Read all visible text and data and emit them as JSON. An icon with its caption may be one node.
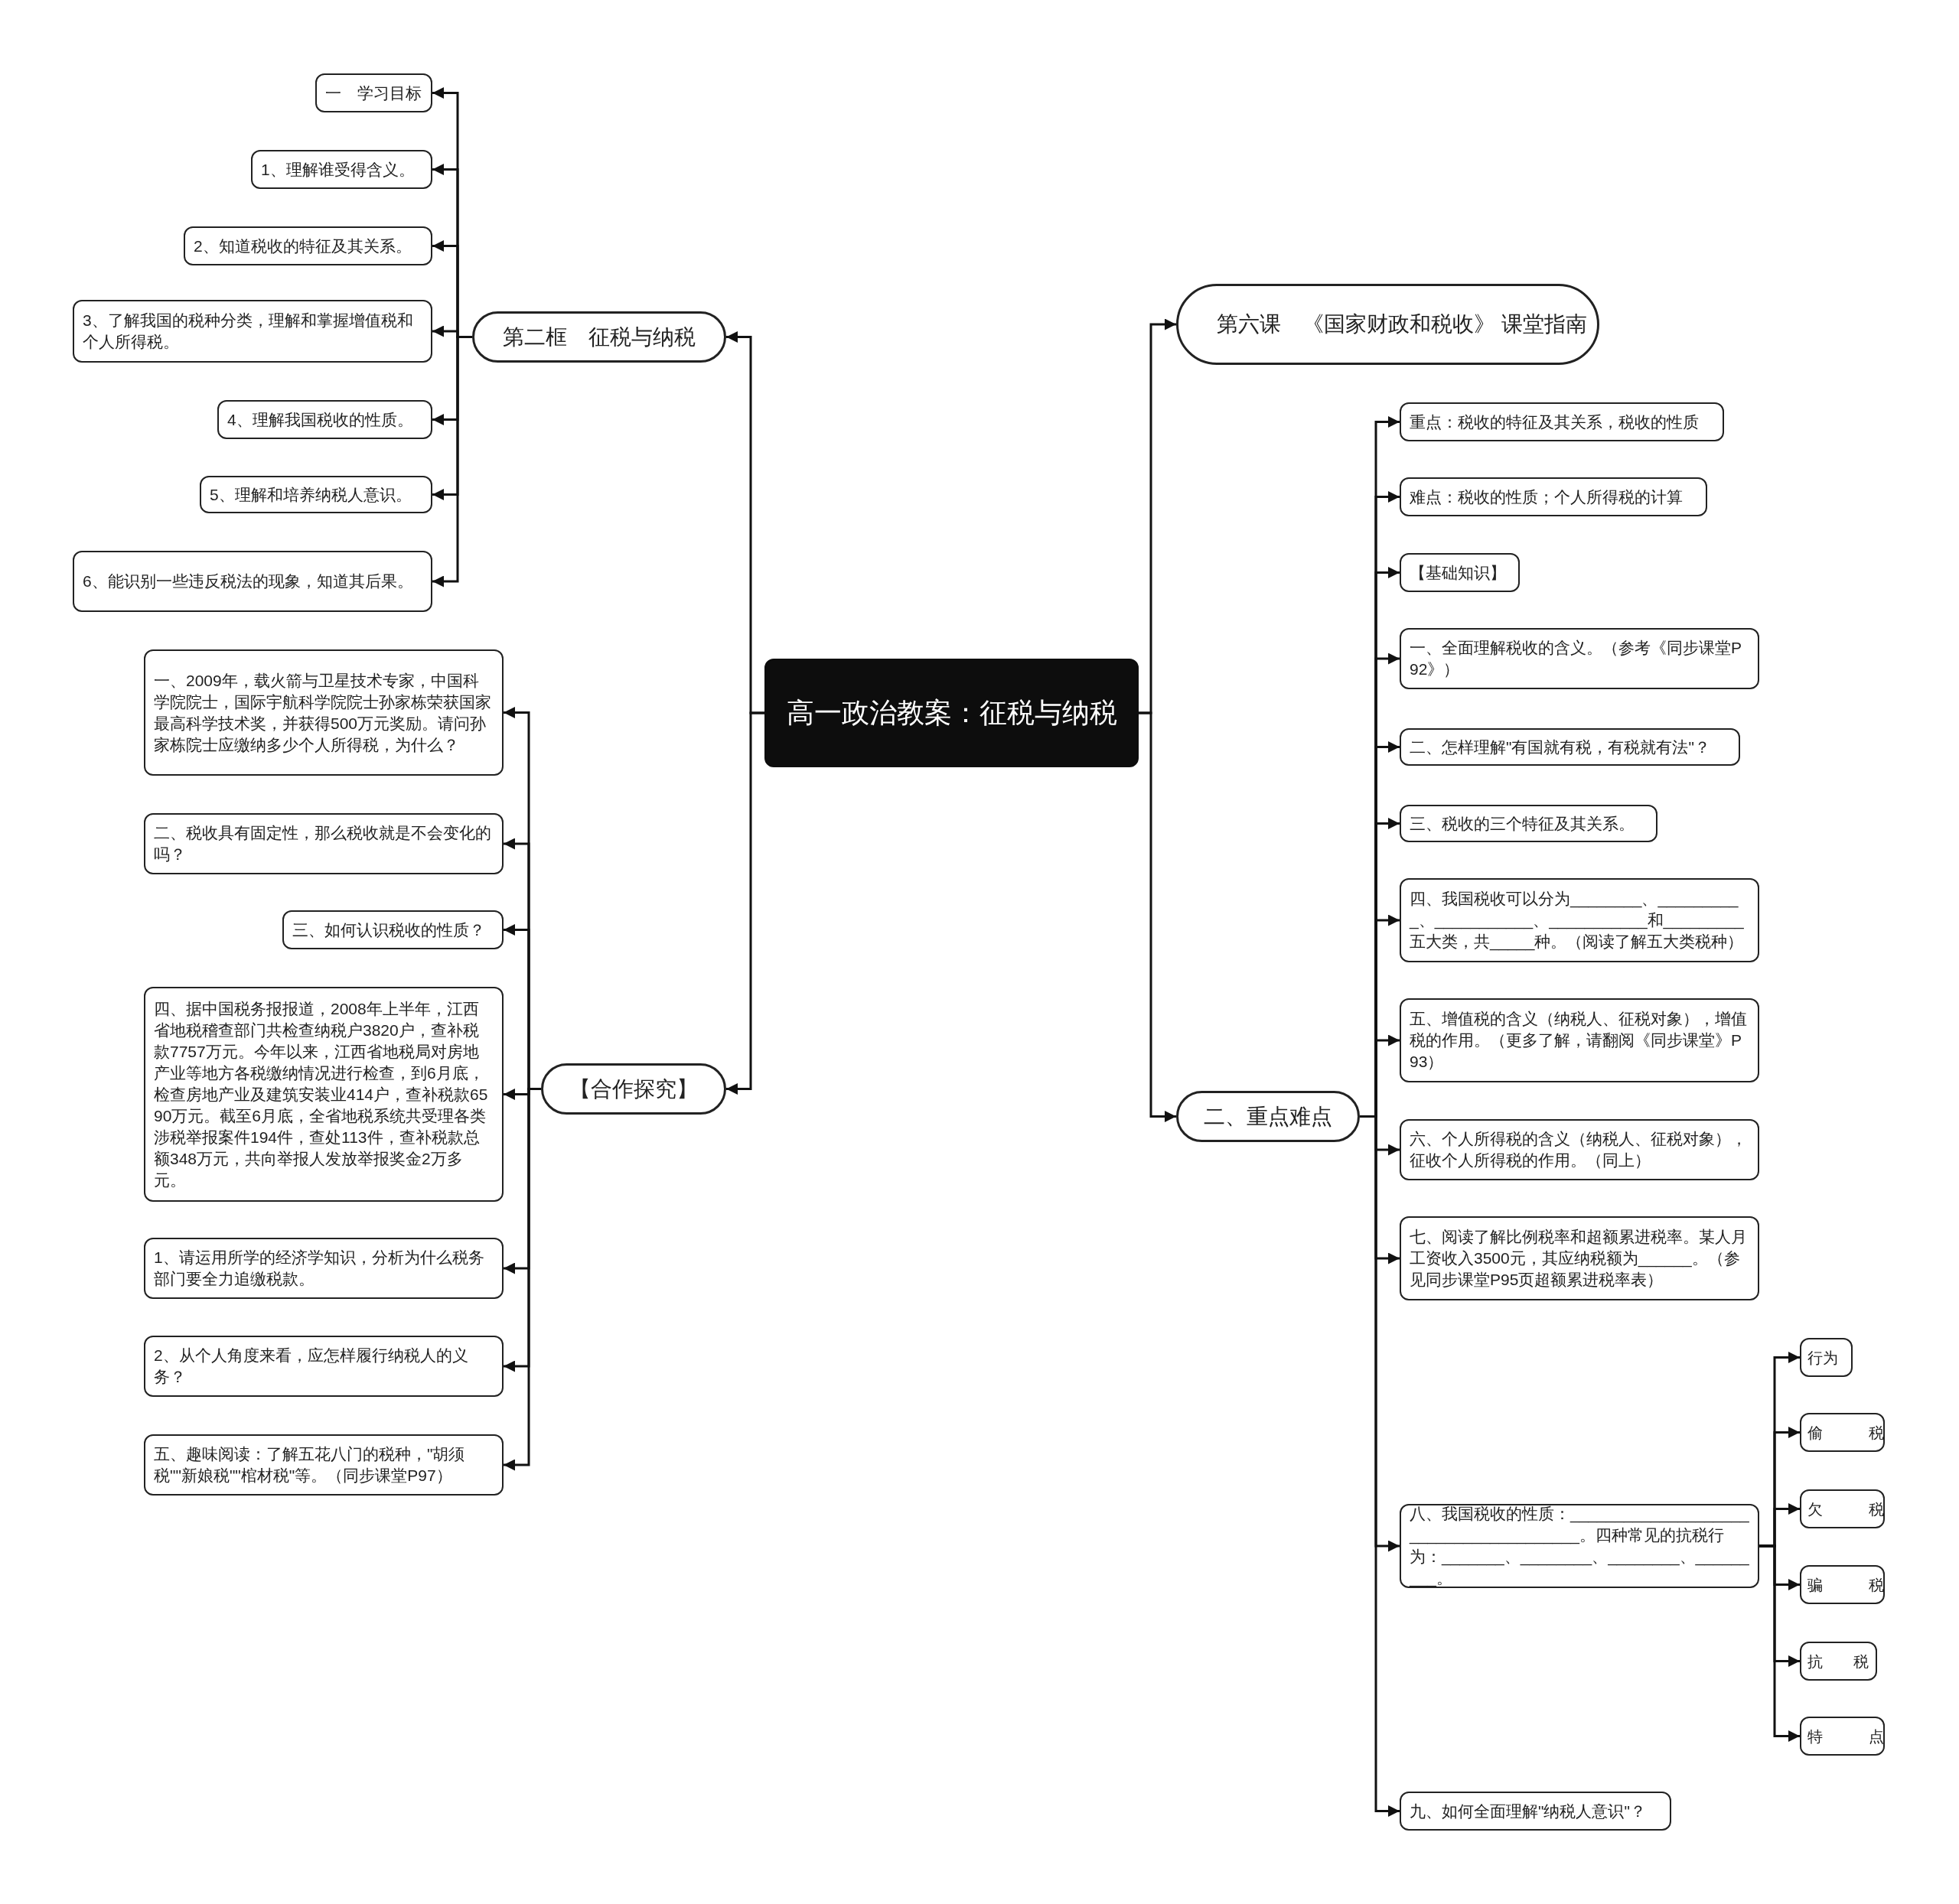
{
  "diagram": {
    "nodes": [
      {
        "text": [
          "高一政治教案：征税与纳税"
        ]
      },
      {
        "text": [
          "第二框　征税与纳税"
        ]
      },
      {
        "text": [
          "一　学习目标"
        ]
      },
      {
        "text": [
          "1、理解谁受得含义。"
        ]
      },
      {
        "text": [
          "2、知道税收的特征及其关系。"
        ]
      },
      {
        "text": [
          "3、了解我国的税种分类，理解和掌握增值税和个人所得税。"
        ]
      },
      {
        "text": [
          "4、理解我国税收的性质。"
        ]
      },
      {
        "text": [
          "5、理解和培养纳税人意识。"
        ]
      },
      {
        "text": [
          "6、能识别一些违反税法的现象，知道其后果。"
        ]
      },
      {
        "text": [
          "【合作探究】"
        ]
      },
      {
        "text": [
          "一、2009年，载火箭与卫星技术专家，中国科学院院士，国际宇航科学院院士孙家栋荣获国家最高科学技术奖，并获得500万元奖励。请问孙家栋院士应缴纳多少个人所得税，为什么？"
        ]
      },
      {
        "text": [
          "二、税收具有固定性，那么税收就是不会变化的吗？"
        ]
      },
      {
        "text": [
          "三、如何认识税收的性质？"
        ]
      },
      {
        "text": [
          "四、据中国税务报报道，2008年上半年，江西省地税稽查部门共检查纳税户3820户，查补税款7757万元。今年以来，江西省地税局对房地产业等地方各税缴纳情况进行检查，到6月底，检查房地产业及建筑安装业414户，查补税款6590万元。截至6月底，全省地税系统共受理各类涉税举报案件194件，查处113件，查补税款总额348万元，共向举报人发放举报奖金2万多元。"
        ]
      },
      {
        "text": [
          "1、请运用所学的经济学知识，分析为什么税务部门要全力追缴税款。"
        ]
      },
      {
        "text": [
          "2、从个人角度来看，应怎样履行纳税人的义务？"
        ]
      },
      {
        "text": [
          "五、趣味阅读：了解五花八门的税种，\"胡须税\"\"新娘税\"\"棺材税\"等。（同步课堂P97）"
        ]
      },
      {
        "text": [
          "第六课　《国家财政和税收》 课堂指南"
        ]
      },
      {
        "text": [
          "二、重点难点"
        ]
      },
      {
        "text": [
          "重点：税收的特征及其关系，税收的性质"
        ]
      },
      {
        "text": [
          "难点：税收的性质；个人所得税的计算"
        ]
      },
      {
        "text": [
          "【基础知识】"
        ]
      },
      {
        "text": [
          "一、全面理解税收的含义。（参考《同步课堂P92》）"
        ]
      },
      {
        "text": [
          "二、怎样理解\"有国就有税，有税就有法\"？"
        ]
      },
      {
        "text": [
          "三、税收的三个特征及其关系。"
        ]
      },
      {
        "text": [
          "四、我国税收可以分为________、__________、___________、___________和_________五大类，共_____种。（阅读了解五大类税种）"
        ]
      },
      {
        "text": [
          "五、增值税的含义（纳税人、征税对象），增值税的作用。（更多了解，请翻阅《同步课堂》P93）"
        ]
      },
      {
        "text": [
          "六、个人所得税的含义（纳税人、征税对象），征收个人所得税的作用。（同上）"
        ]
      },
      {
        "text": [
          "七、阅读了解比例税率和超额累进税率。某人月工资收入3500元，其应纳税额为______。（参见同步课堂P95页超额累进税率表）"
        ]
      },
      {
        "text": [
          "八、我国税收的性质：_______________________________________。四种常见的抗税行为：_______、________、________、_________。"
        ]
      },
      {
        "text": [
          "行为"
        ]
      },
      {
        "text": [
          "偷　　　税"
        ]
      },
      {
        "text": [
          "欠　　　税"
        ]
      },
      {
        "text": [
          "骗　　　税"
        ]
      },
      {
        "text": [
          "抗　　税"
        ]
      },
      {
        "text": [
          "特　　　点"
        ]
      },
      {
        "text": [
          "九、如何全面理解\"纳税人意识\"？"
        ]
      }
    ],
    "edges": [
      {
        "from": 0,
        "to": 1,
        "arrow": "to"
      },
      {
        "from": 1,
        "to": 2,
        "arrow": "to"
      },
      {
        "from": 1,
        "to": 3,
        "arrow": "to"
      },
      {
        "from": 1,
        "to": 4,
        "arrow": "to"
      },
      {
        "from": 1,
        "to": 5,
        "arrow": "to"
      },
      {
        "from": 1,
        "to": 6,
        "arrow": "to"
      },
      {
        "from": 1,
        "to": 7,
        "arrow": "to"
      },
      {
        "from": 1,
        "to": 8,
        "arrow": "to"
      },
      {
        "from": 0,
        "to": 9,
        "arrow": "to"
      },
      {
        "from": 9,
        "to": 10,
        "arrow": "to"
      },
      {
        "from": 9,
        "to": 11,
        "arrow": "to"
      },
      {
        "from": 9,
        "to": 12,
        "arrow": "to"
      },
      {
        "from": 9,
        "to": 13,
        "arrow": "to"
      },
      {
        "from": 9,
        "to": 14,
        "arrow": "to"
      },
      {
        "from": 9,
        "to": 15,
        "arrow": "to"
      },
      {
        "from": 9,
        "to": 16,
        "arrow": "to"
      },
      {
        "from": 0,
        "to": 17,
        "arrow": "to"
      },
      {
        "from": 0,
        "to": 18,
        "arrow": "to"
      },
      {
        "from": 18,
        "to": 19,
        "arrow": "to"
      },
      {
        "from": 18,
        "to": 20,
        "arrow": "to"
      },
      {
        "from": 18,
        "to": 21,
        "arrow": "to"
      },
      {
        "from": 18,
        "to": 22,
        "arrow": "to"
      },
      {
        "from": 18,
        "to": 23,
        "arrow": "to"
      },
      {
        "from": 18,
        "to": 24,
        "arrow": "to"
      },
      {
        "from": 18,
        "to": 25,
        "arrow": "to"
      },
      {
        "from": 18,
        "to": 26,
        "arrow": "to"
      },
      {
        "from": 18,
        "to": 27,
        "arrow": "to"
      },
      {
        "from": 18,
        "to": 28,
        "arrow": "to"
      },
      {
        "from": 18,
        "to": 29,
        "arrow": "to"
      },
      {
        "from": 29,
        "to": 30,
        "arrow": "to"
      },
      {
        "from": 29,
        "to": 31,
        "arrow": "to"
      },
      {
        "from": 29,
        "to": 32,
        "arrow": "to"
      },
      {
        "from": 29,
        "to": 33,
        "arrow": "to"
      },
      {
        "from": 29,
        "to": 34,
        "arrow": "to"
      },
      {
        "from": 29,
        "to": 35,
        "arrow": "to"
      },
      {
        "from": 18,
        "to": 36,
        "arrow": "to"
      }
    ]
  }
}
